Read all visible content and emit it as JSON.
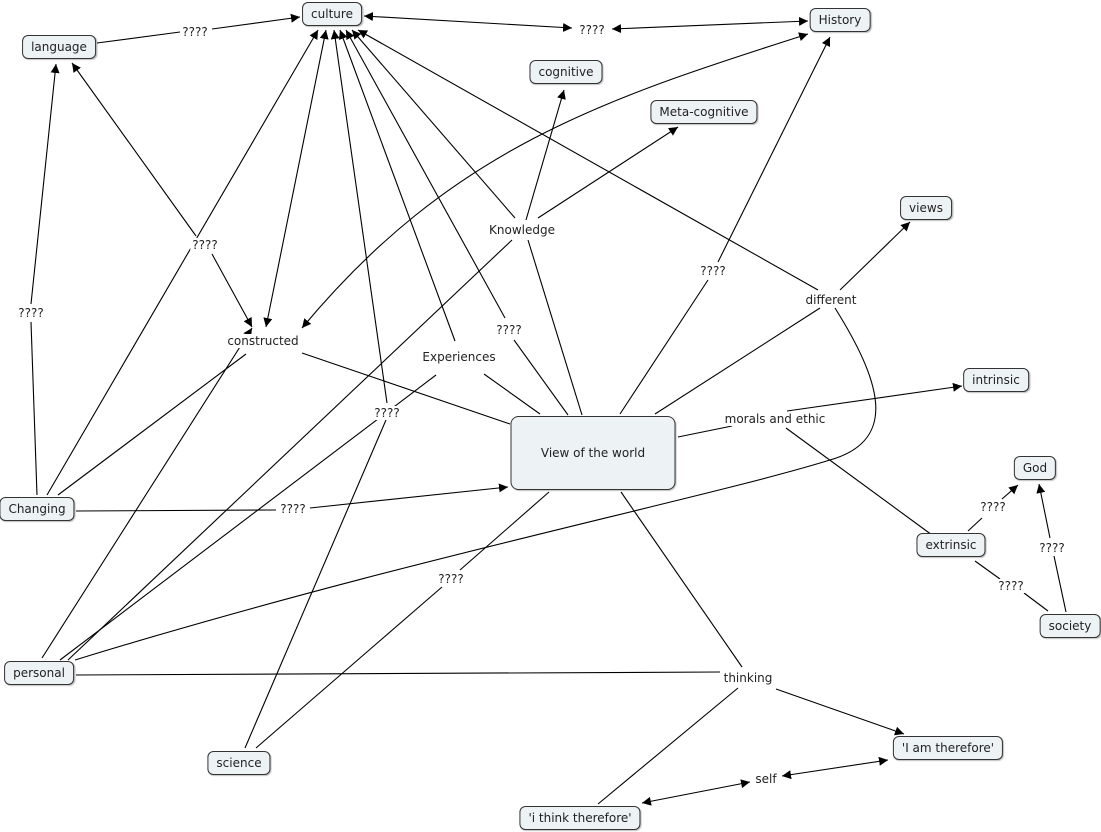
{
  "title": "View of the world concept map",
  "concepts": {
    "culture": "culture",
    "language": "language",
    "history": "History",
    "cognitive": "cognitive",
    "metacognitive": "Meta-cognitive",
    "views": "views",
    "intrinsic": "intrinsic",
    "god": "God",
    "extrinsic": "extrinsic",
    "society": "society",
    "view_of_world": "View of the world",
    "changing": "Changing",
    "personal": "personal",
    "science": "science",
    "i_am_therefore": "'I am therefore'",
    "i_think_therefore": "'i think therefore'"
  },
  "links": {
    "lang_culture": "????",
    "culture_history": "????",
    "language_constructed": "????",
    "language_changing": "????",
    "knowledge": "Knowledge",
    "constructed": "constructed",
    "experiences": "Experiences",
    "knowledge_view": "????",
    "history_view": "????",
    "different": "different",
    "morals": "morals and ethic",
    "science_culture": "????",
    "changing_view": "????",
    "personal_view": "????",
    "extrinsic_god": "????",
    "society_god": "????",
    "extrinsic_society": "????",
    "thinking": "thinking",
    "self": "self"
  }
}
